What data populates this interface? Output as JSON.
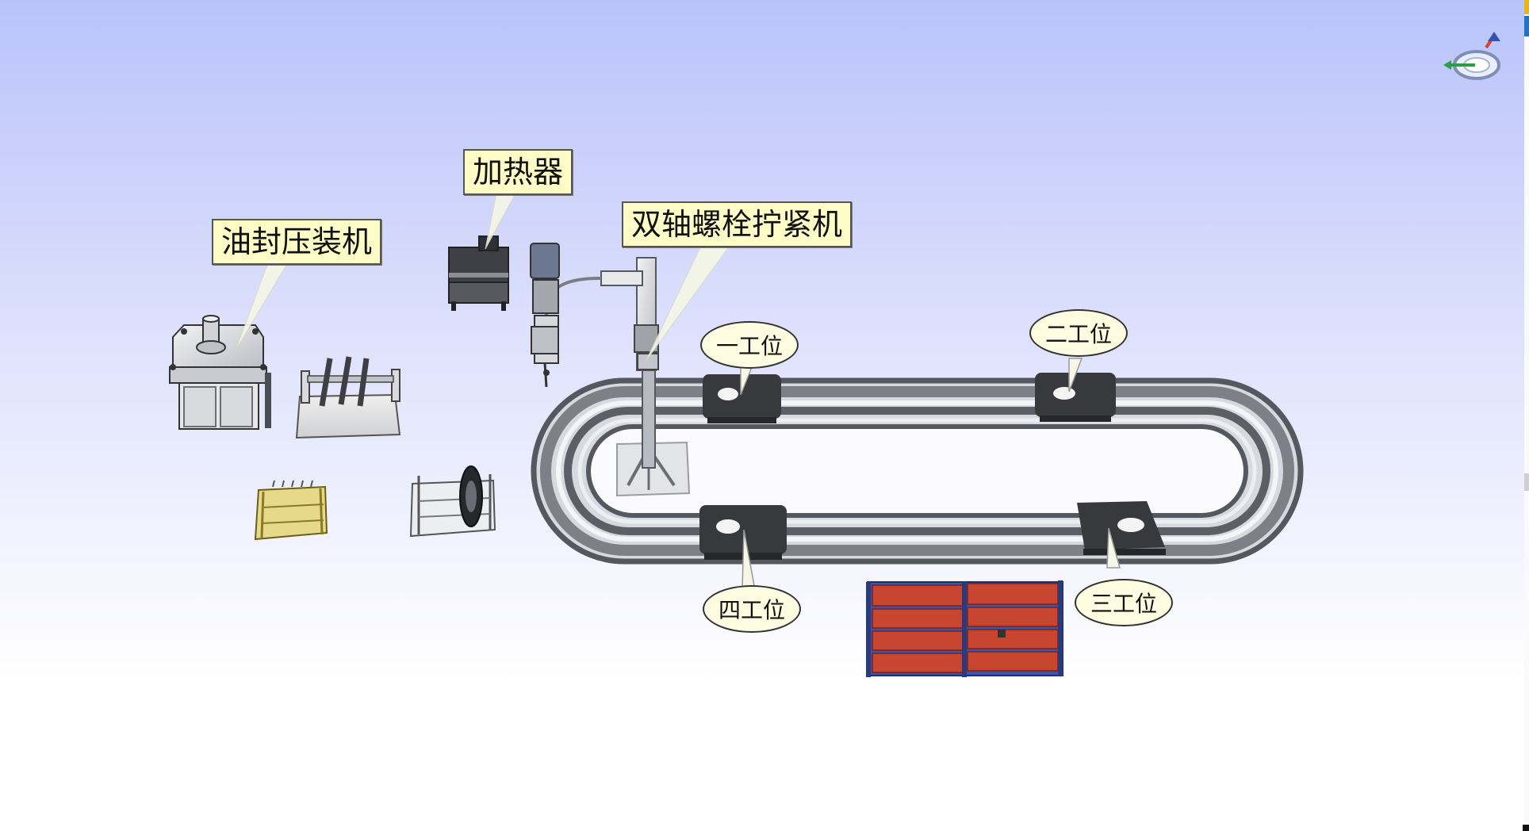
{
  "labels": {
    "oil_seal_press": "油封压装机",
    "heater": "加热器",
    "twin_axis_bolt_tightener": "双轴螺栓拧紧机"
  },
  "stations": {
    "station_1": "一工位",
    "station_2": "二工位",
    "station_3": "三工位",
    "station_4": "四工位"
  },
  "icons": {
    "view_navigator": "view-cube-navigator-icon"
  },
  "colors": {
    "label_fill": "#fdfbc6",
    "oval_fill": "#fefce0",
    "shelf_red": "#c8452f",
    "shelf_blue": "#3b55b0",
    "track_dark": "#5a5d63",
    "pallet_dark": "#3a3c40",
    "rack_yellow": "#c9b04a"
  }
}
